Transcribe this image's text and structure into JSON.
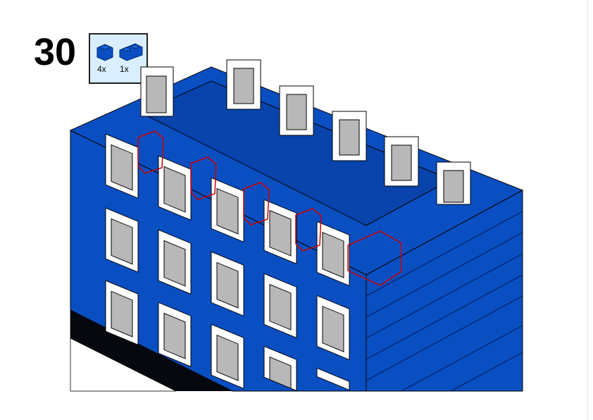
{
  "step": {
    "number": "30"
  },
  "parts_list": {
    "items": [
      {
        "name": "brick-1x1",
        "color": "#0047b3",
        "quantity": "4x"
      },
      {
        "name": "brick-1x2",
        "color": "#0047b3",
        "quantity": "1x"
      }
    ],
    "background": "#d9efff"
  },
  "colors": {
    "brick_blue": "#0a4fc2",
    "highlight": "#cc0000",
    "window_white": "#ffffff",
    "glass_gray": "#b8b8b8",
    "base_black": "#05080f"
  }
}
